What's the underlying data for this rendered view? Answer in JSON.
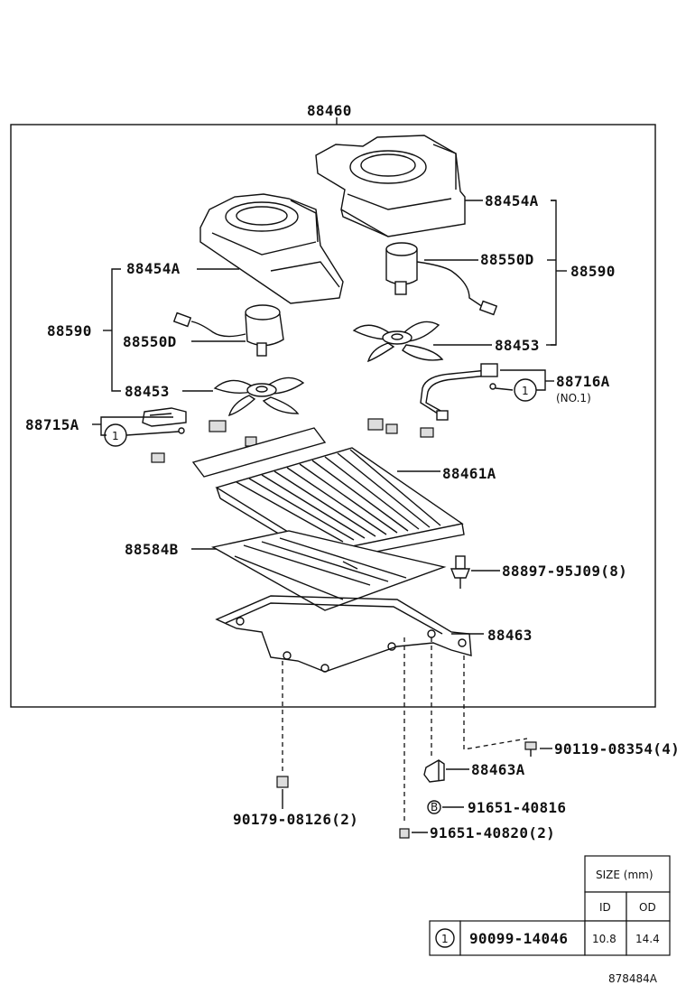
{
  "labels": {
    "assembly": "88460",
    "case_upper": "88454A",
    "case_left": "88454A",
    "motor_right": "88550D",
    "motor_left": "88550D",
    "group_right": "88590",
    "group_left": "88590",
    "fan_right": "88453",
    "fan_left": "88453",
    "hose_right": "88716A",
    "hose_right_note": "(NO.1)",
    "hose_left": "88715A",
    "evaporator": "88461A",
    "cover": "88584B",
    "valve": "88897-95J09(8)",
    "bracket": "88463",
    "bolt_right": "90119-08354(4)",
    "bracket_small": "88463A",
    "nut_b": "91651-40816",
    "nut_c": "91651-40820(2)",
    "nut_left": "90179-08126(2)",
    "callout_1": "1",
    "callout_b": "B"
  },
  "size_table": {
    "header": "SIZE (mm)",
    "col_id": "ID",
    "col_od": "OD",
    "row_ref": "1",
    "row_part": "90099-14046",
    "row_id": "10.8",
    "row_od": "14.4"
  },
  "diagram_id": "878484A"
}
